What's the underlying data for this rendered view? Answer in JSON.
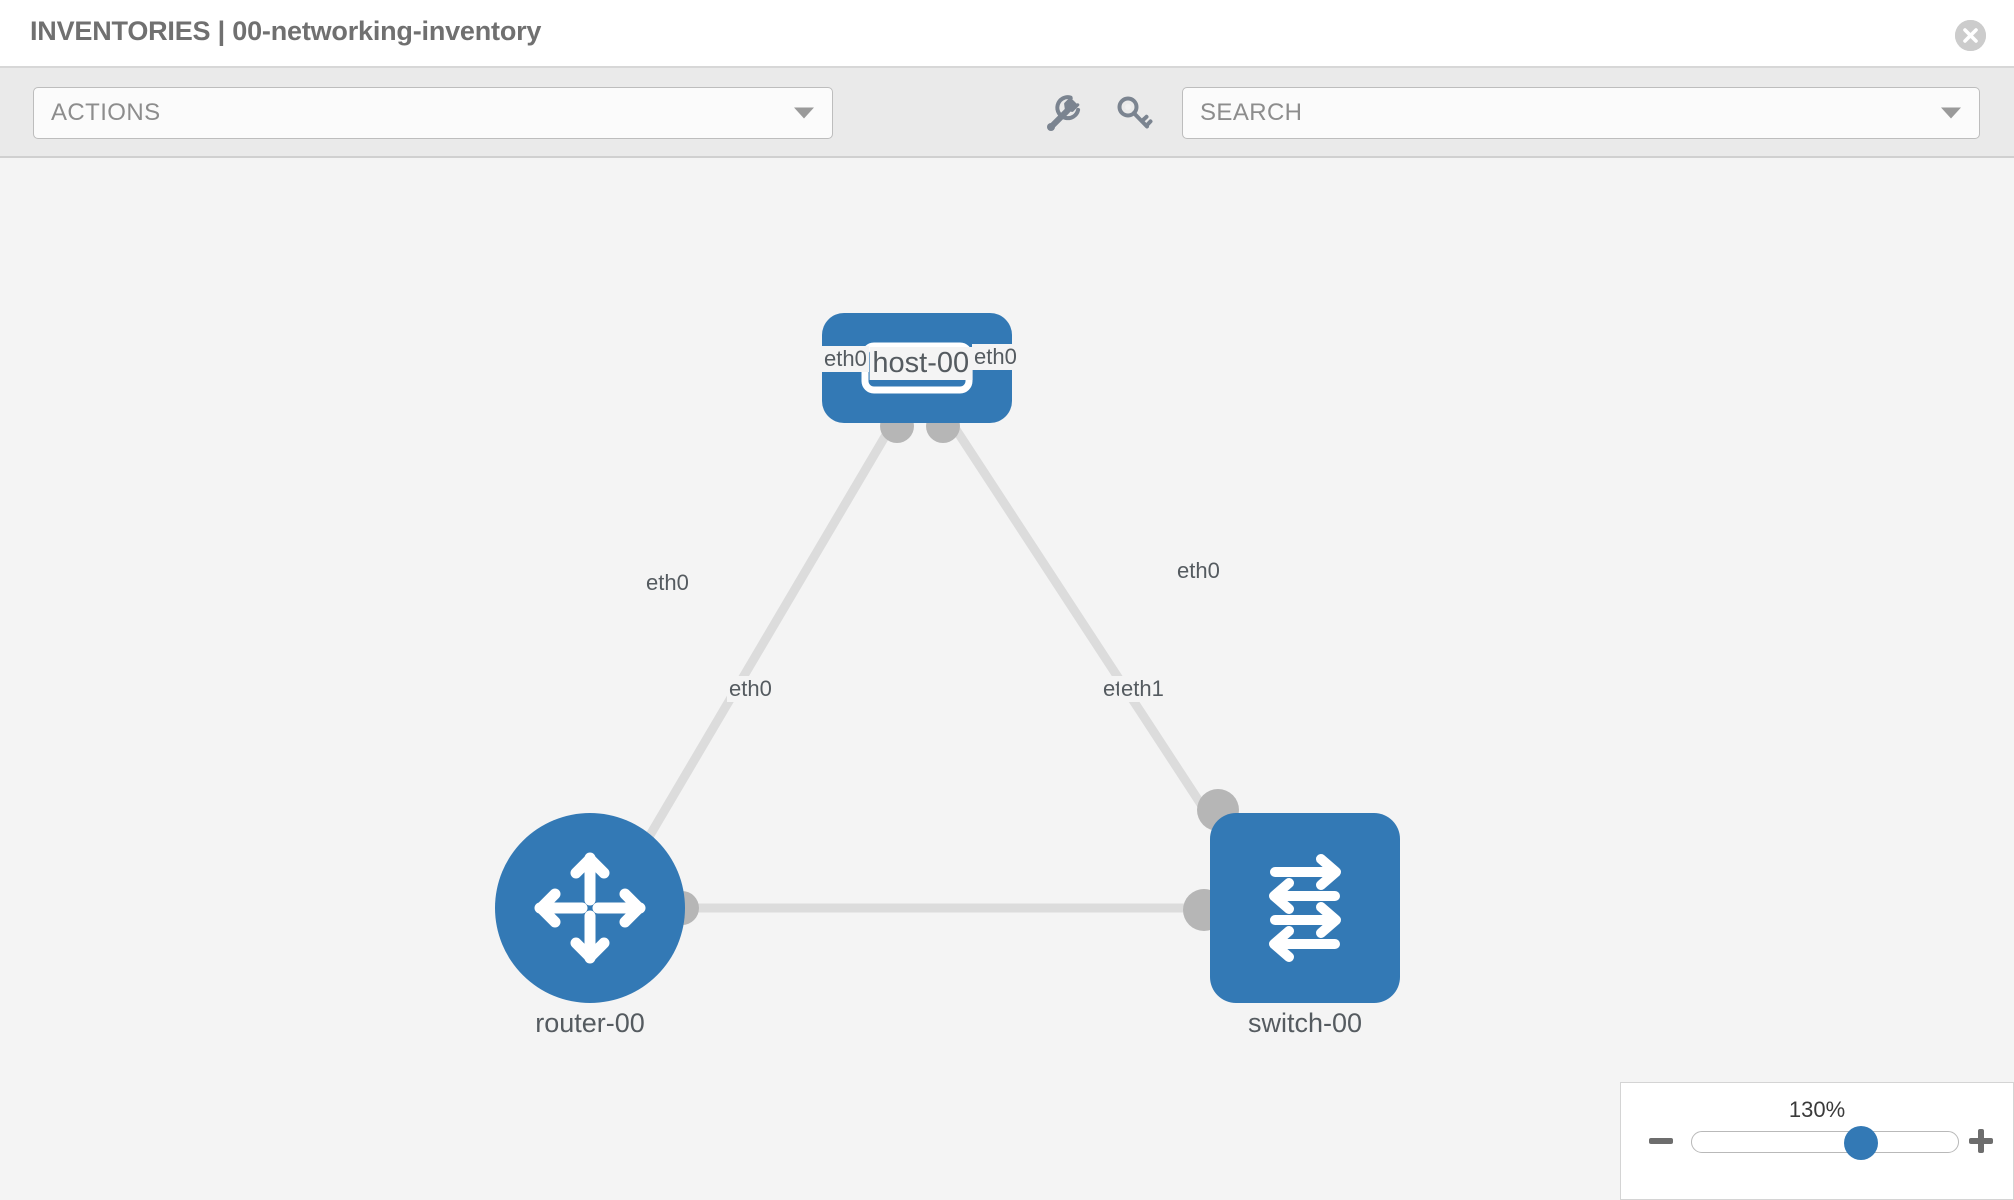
{
  "header": {
    "title": "INVENTORIES | 00-networking-inventory",
    "close_icon": "close-circle-icon"
  },
  "toolbar": {
    "actions": {
      "label": "ACTIONS",
      "caret_icon": "chevron-down-icon"
    },
    "search": {
      "placeholder": "SEARCH",
      "caret_icon": "chevron-down-icon"
    },
    "icons": [
      {
        "name": "wrench-icon",
        "title": "Tools"
      },
      {
        "name": "key-icon",
        "title": "Credentials"
      }
    ]
  },
  "topology": {
    "nodes": [
      {
        "id": "host-00",
        "label": "host-00",
        "type": "host",
        "icon": "server-icon",
        "color": "#3379b5"
      },
      {
        "id": "router-00",
        "label": "router-00",
        "type": "router",
        "icon": "router-arrows-icon",
        "color": "#3379b5"
      },
      {
        "id": "switch-00",
        "label": "switch-00",
        "type": "switch",
        "icon": "switch-arrows-icon",
        "color": "#3379b5"
      }
    ],
    "interface_labels": {
      "host_left": "eth0",
      "host_right": "eth0",
      "router_uplink": "eth0",
      "switch_uplink": "eth0",
      "router_right": "eth0",
      "switch_left_0": "eth0",
      "switch_left_1": "eth1"
    },
    "links": [
      {
        "from": "host-00",
        "from_if": "eth0",
        "to": "router-00",
        "to_if": "eth0"
      },
      {
        "from": "host-00",
        "from_if": "eth0",
        "to": "switch-00",
        "to_if": "eth0"
      },
      {
        "from": "router-00",
        "from_if": "eth0",
        "to": "switch-00",
        "to_if": "eth1"
      }
    ],
    "edge_color": "#dcdcdc",
    "background": "#f4f4f4"
  },
  "zoom_control": {
    "level": "130%",
    "minus_icon": "minus-icon",
    "plus_icon": "plus-icon",
    "thumb_position_pct": 63
  }
}
